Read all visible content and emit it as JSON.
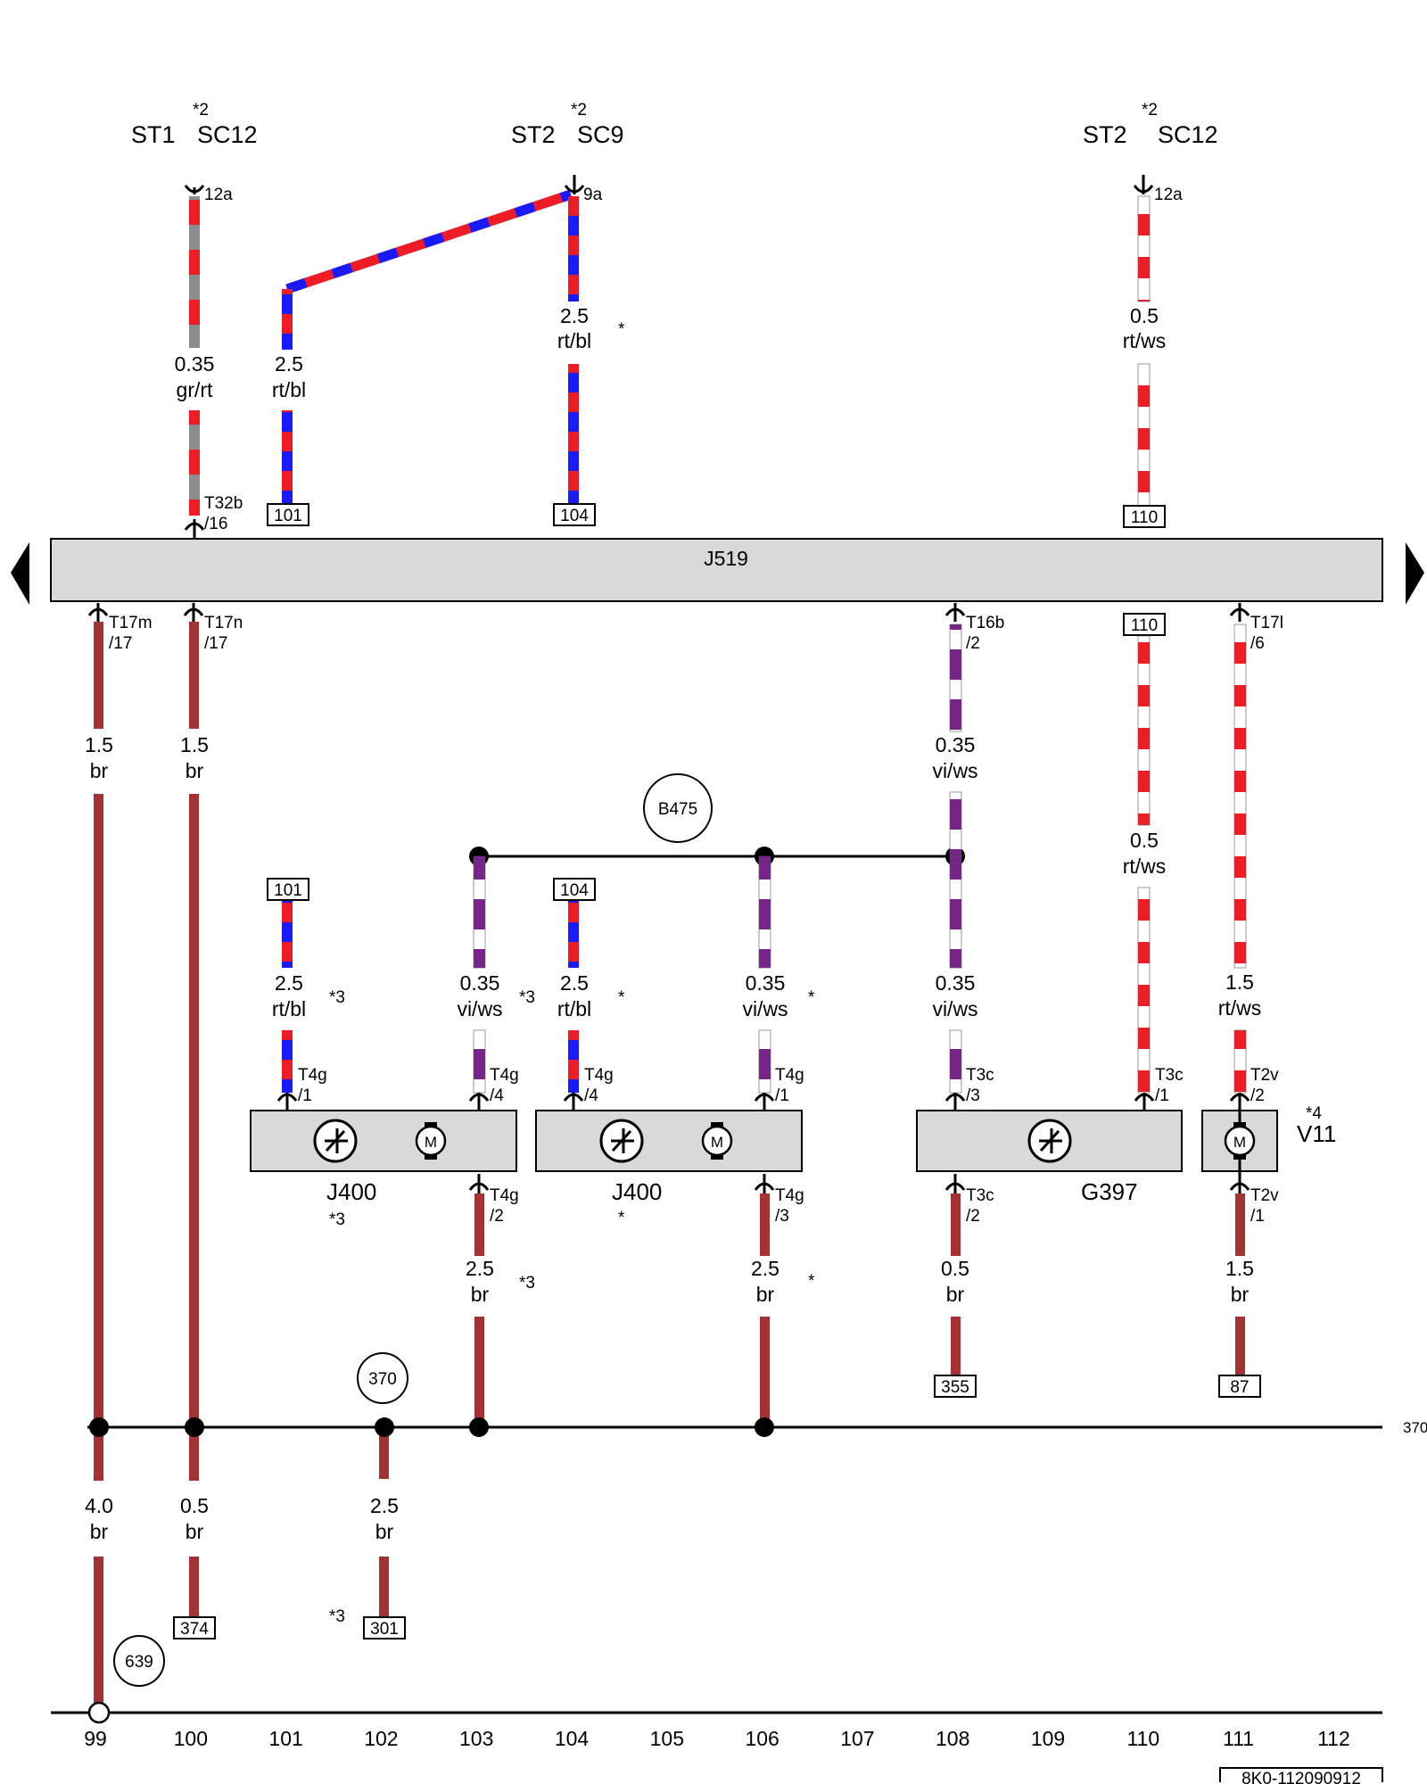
{
  "header": {
    "blocks": [
      {
        "st": "ST1",
        "sc": "SC12",
        "note": "*2"
      },
      {
        "st": "ST2",
        "sc": "SC9",
        "note": "*2"
      },
      {
        "st": "ST2",
        "sc": "SC12",
        "note": "*2"
      }
    ],
    "pins": [
      "12a",
      "9a",
      "12a"
    ]
  },
  "control_unit": {
    "name": "J519"
  },
  "wire_specs": {
    "w100_top": {
      "size": "0.35",
      "color": "gr/rt"
    },
    "w101_top": {
      "size": "2.5",
      "color": "rt/bl"
    },
    "w104_top": {
      "size": "2.5",
      "color": "rt/bl",
      "note": "*"
    },
    "w110_top": {
      "size": "0.5",
      "color": "rt/ws"
    },
    "w99": {
      "size": "1.5",
      "color": "br"
    },
    "w100": {
      "size": "1.5",
      "color": "br"
    },
    "w108_up": {
      "size": "0.35",
      "color": "vi/ws"
    },
    "w110": {
      "size": "0.5",
      "color": "rt/ws"
    },
    "w101_low": {
      "size": "2.5",
      "color": "rt/bl",
      "note": "*3"
    },
    "w103_low": {
      "size": "0.35",
      "color": "vi/ws",
      "note": "*3"
    },
    "w104_low": {
      "size": "2.5",
      "color": "rt/bl",
      "note": "*"
    },
    "w106_low": {
      "size": "0.35",
      "color": "vi/ws",
      "note": "*"
    },
    "w108_low": {
      "size": "0.35",
      "color": "vi/ws"
    },
    "w111": {
      "size": "1.5",
      "color": "rt/ws"
    },
    "w103_gnd": {
      "size": "2.5",
      "color": "br",
      "note": "*3"
    },
    "w106_gnd": {
      "size": "2.5",
      "color": "br",
      "note": "*"
    },
    "w108_gnd": {
      "size": "0.5",
      "color": "br"
    },
    "w111_gnd": {
      "size": "1.5",
      "color": "br"
    },
    "w99_bot": {
      "size": "4.0",
      "color": "br"
    },
    "w100_bot": {
      "size": "0.5",
      "color": "br"
    },
    "w102_bot": {
      "size": "2.5",
      "color": "br"
    }
  },
  "connectors": {
    "c100_top": {
      "name": "T32b",
      "pin": "/16"
    },
    "c99": {
      "name": "T17m",
      "pin": "/17"
    },
    "c100": {
      "name": "T17n",
      "pin": "/17"
    },
    "c108": {
      "name": "T16b",
      "pin": "/2"
    },
    "c111": {
      "name": "T17l",
      "pin": "/6"
    },
    "c101_j400": {
      "name": "T4g",
      "pin": "/1"
    },
    "c103_j400": {
      "name": "T4g",
      "pin": "/4"
    },
    "c104_j400": {
      "name": "T4g",
      "pin": "/4"
    },
    "c106_j400": {
      "name": "T4g",
      "pin": "/1"
    },
    "c108_g397": {
      "name": "T3c",
      "pin": "/3"
    },
    "c110_g397": {
      "name": "T3c",
      "pin": "/1"
    },
    "c111_v11": {
      "name": "T2v",
      "pin": "/2"
    },
    "c103_bot": {
      "name": "T4g",
      "pin": "/2"
    },
    "c106_bot": {
      "name": "T4g",
      "pin": "/3"
    },
    "c108_bot": {
      "name": "T3c",
      "pin": "/2"
    },
    "c111_bot": {
      "name": "T2v",
      "pin": "/1"
    }
  },
  "references": {
    "r101_top": "101",
    "r104_top": "104",
    "r110_top": "110",
    "r110_mid": "110",
    "r101_low": "101",
    "r104_low": "104",
    "r355": "355",
    "r87": "87",
    "r374": "374",
    "r301": "301"
  },
  "components": {
    "j400_a": {
      "name": "J400",
      "note": "*3"
    },
    "j400_b": {
      "name": "J400",
      "note": "*"
    },
    "g397": {
      "name": "G397"
    },
    "v11": {
      "name": "V11",
      "note": "*4"
    },
    "motor_symbol": "M"
  },
  "splices": {
    "b475": "B475",
    "s370": "370",
    "s639": "639"
  },
  "ground_bus_label": "370",
  "note_301": "*3",
  "icons": [
    "arrow-left-icon",
    "arrow-right-icon",
    "sensor-icon",
    "motor-icon"
  ],
  "axis": {
    "tracks": [
      "99",
      "100",
      "101",
      "102",
      "103",
      "104",
      "105",
      "106",
      "107",
      "108",
      "109",
      "110",
      "111",
      "112"
    ]
  },
  "footer": {
    "doc_number": "8K0-112090912"
  },
  "colors": {
    "brown": "#a33234",
    "red": "#ee1c25",
    "blue": "#1a1aff",
    "grey": "#8c8c8c",
    "violet": "#77248a",
    "bar": "#d9d9d9"
  }
}
